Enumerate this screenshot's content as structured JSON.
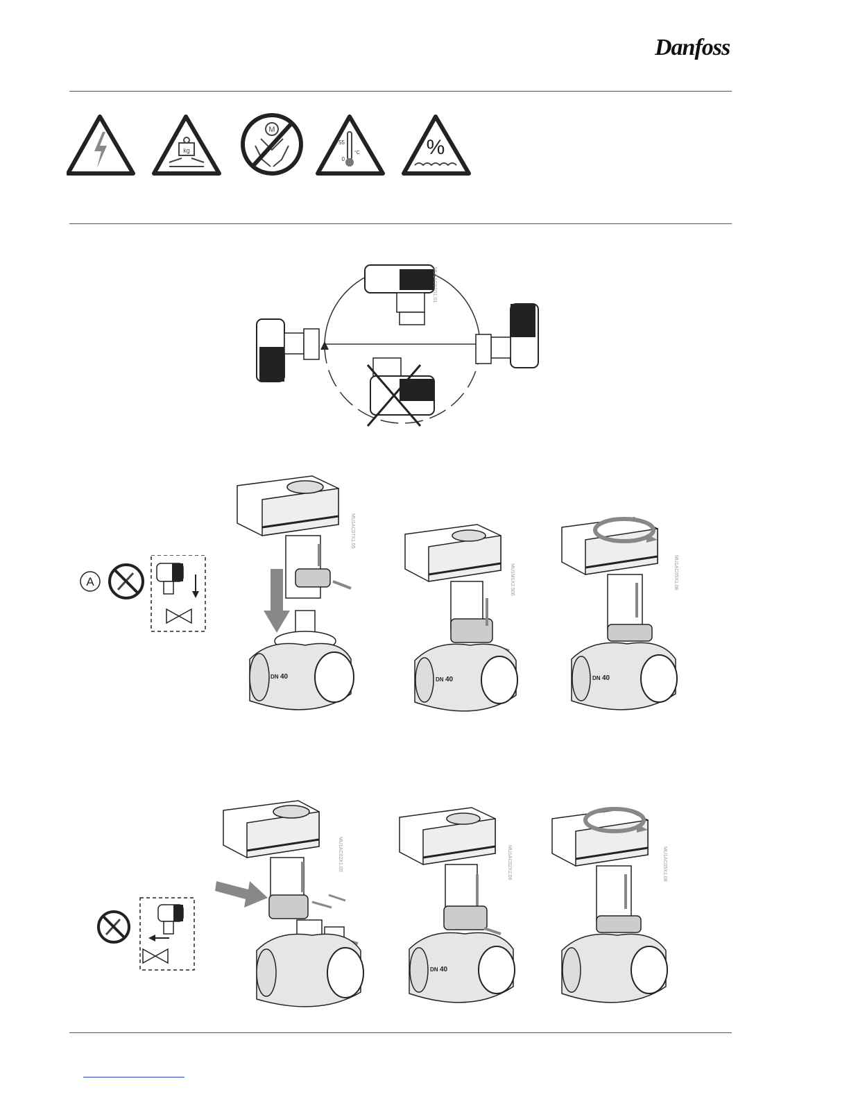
{
  "brand": {
    "logo_text": "Danfoss"
  },
  "warning_icons": {
    "temperature": {
      "max": "55",
      "min": "0",
      "unit": "°C"
    },
    "humidity_symbol": "%"
  },
  "circle_label": "M",
  "option_label": "A",
  "valve_marking": {
    "dn": "DN",
    "size": "40"
  },
  "figure_codes": {
    "orientation": "MU1AC07Q1.01",
    "a1": "MU1AC07X1.05",
    "a2": "MU1M1X2.506",
    "a3": "MU1AC05X1.08",
    "b1": "MU1AC02X1.05",
    "b2": "MU1AC02X2.06",
    "b3": "MU1AC05X1.08"
  }
}
